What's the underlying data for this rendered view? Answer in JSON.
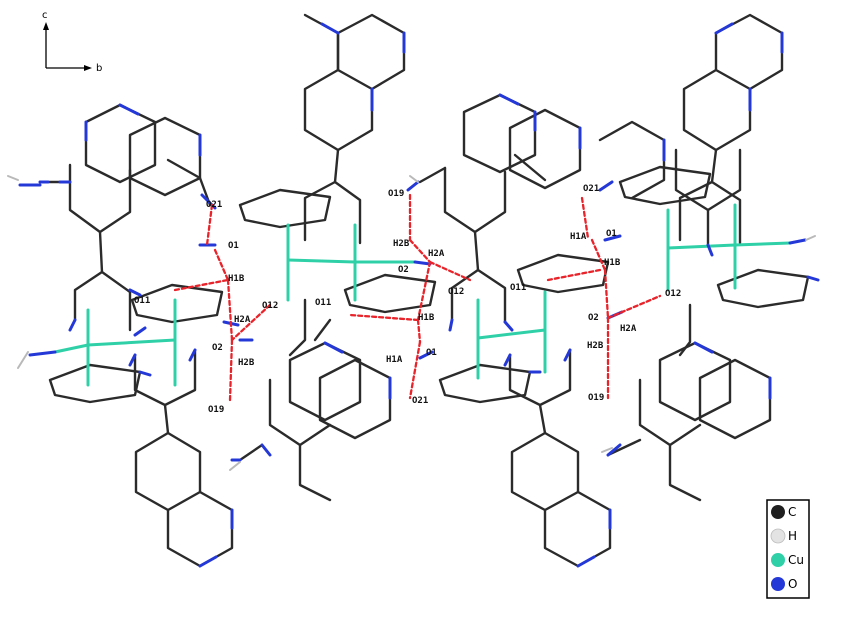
{
  "colors": {
    "carbon": "#2b2b2b",
    "hydrogen": "#e6e6e6",
    "copper": "#2fd0a8",
    "nitrogen": "#2438d8",
    "hbond": "#e8232a"
  },
  "axes": {
    "vertical": "c",
    "horizontal": "b"
  },
  "legend": [
    {
      "symbol": "C",
      "color": "#1f1f1f"
    },
    {
      "symbol": "H",
      "color": "#e3e3e3"
    },
    {
      "symbol": "Cu",
      "color": "#2fd0a8"
    },
    {
      "symbol": "O",
      "color": "#2438d8"
    }
  ],
  "atom_labels": {
    "o21_a": "O21",
    "o1_a": "O1",
    "h1b_a": "H1B",
    "o11_a": "O11",
    "o12_a": "O12",
    "h2a_a": "H2A",
    "o2_a": "O2",
    "h2b_a": "H2B",
    "o19_a": "O19",
    "o11_b": "O11",
    "o19_b": "O19",
    "h2b_b": "H2B",
    "h2a_b": "H2A",
    "o2_b": "O2",
    "o12_b": "O12",
    "o11_c": "O11",
    "h1b_b": "H1B",
    "h1a_b": "H1A",
    "o1_b": "O1",
    "o21_b": "O21",
    "o21_c": "O21",
    "h1a_c": "H1A",
    "o1_c": "O1",
    "h1b_c": "H1B",
    "o12_c": "O12",
    "o2_c": "O2",
    "h2a_c": "H2A",
    "h2b_c": "H2B",
    "o19_c": "O19"
  }
}
